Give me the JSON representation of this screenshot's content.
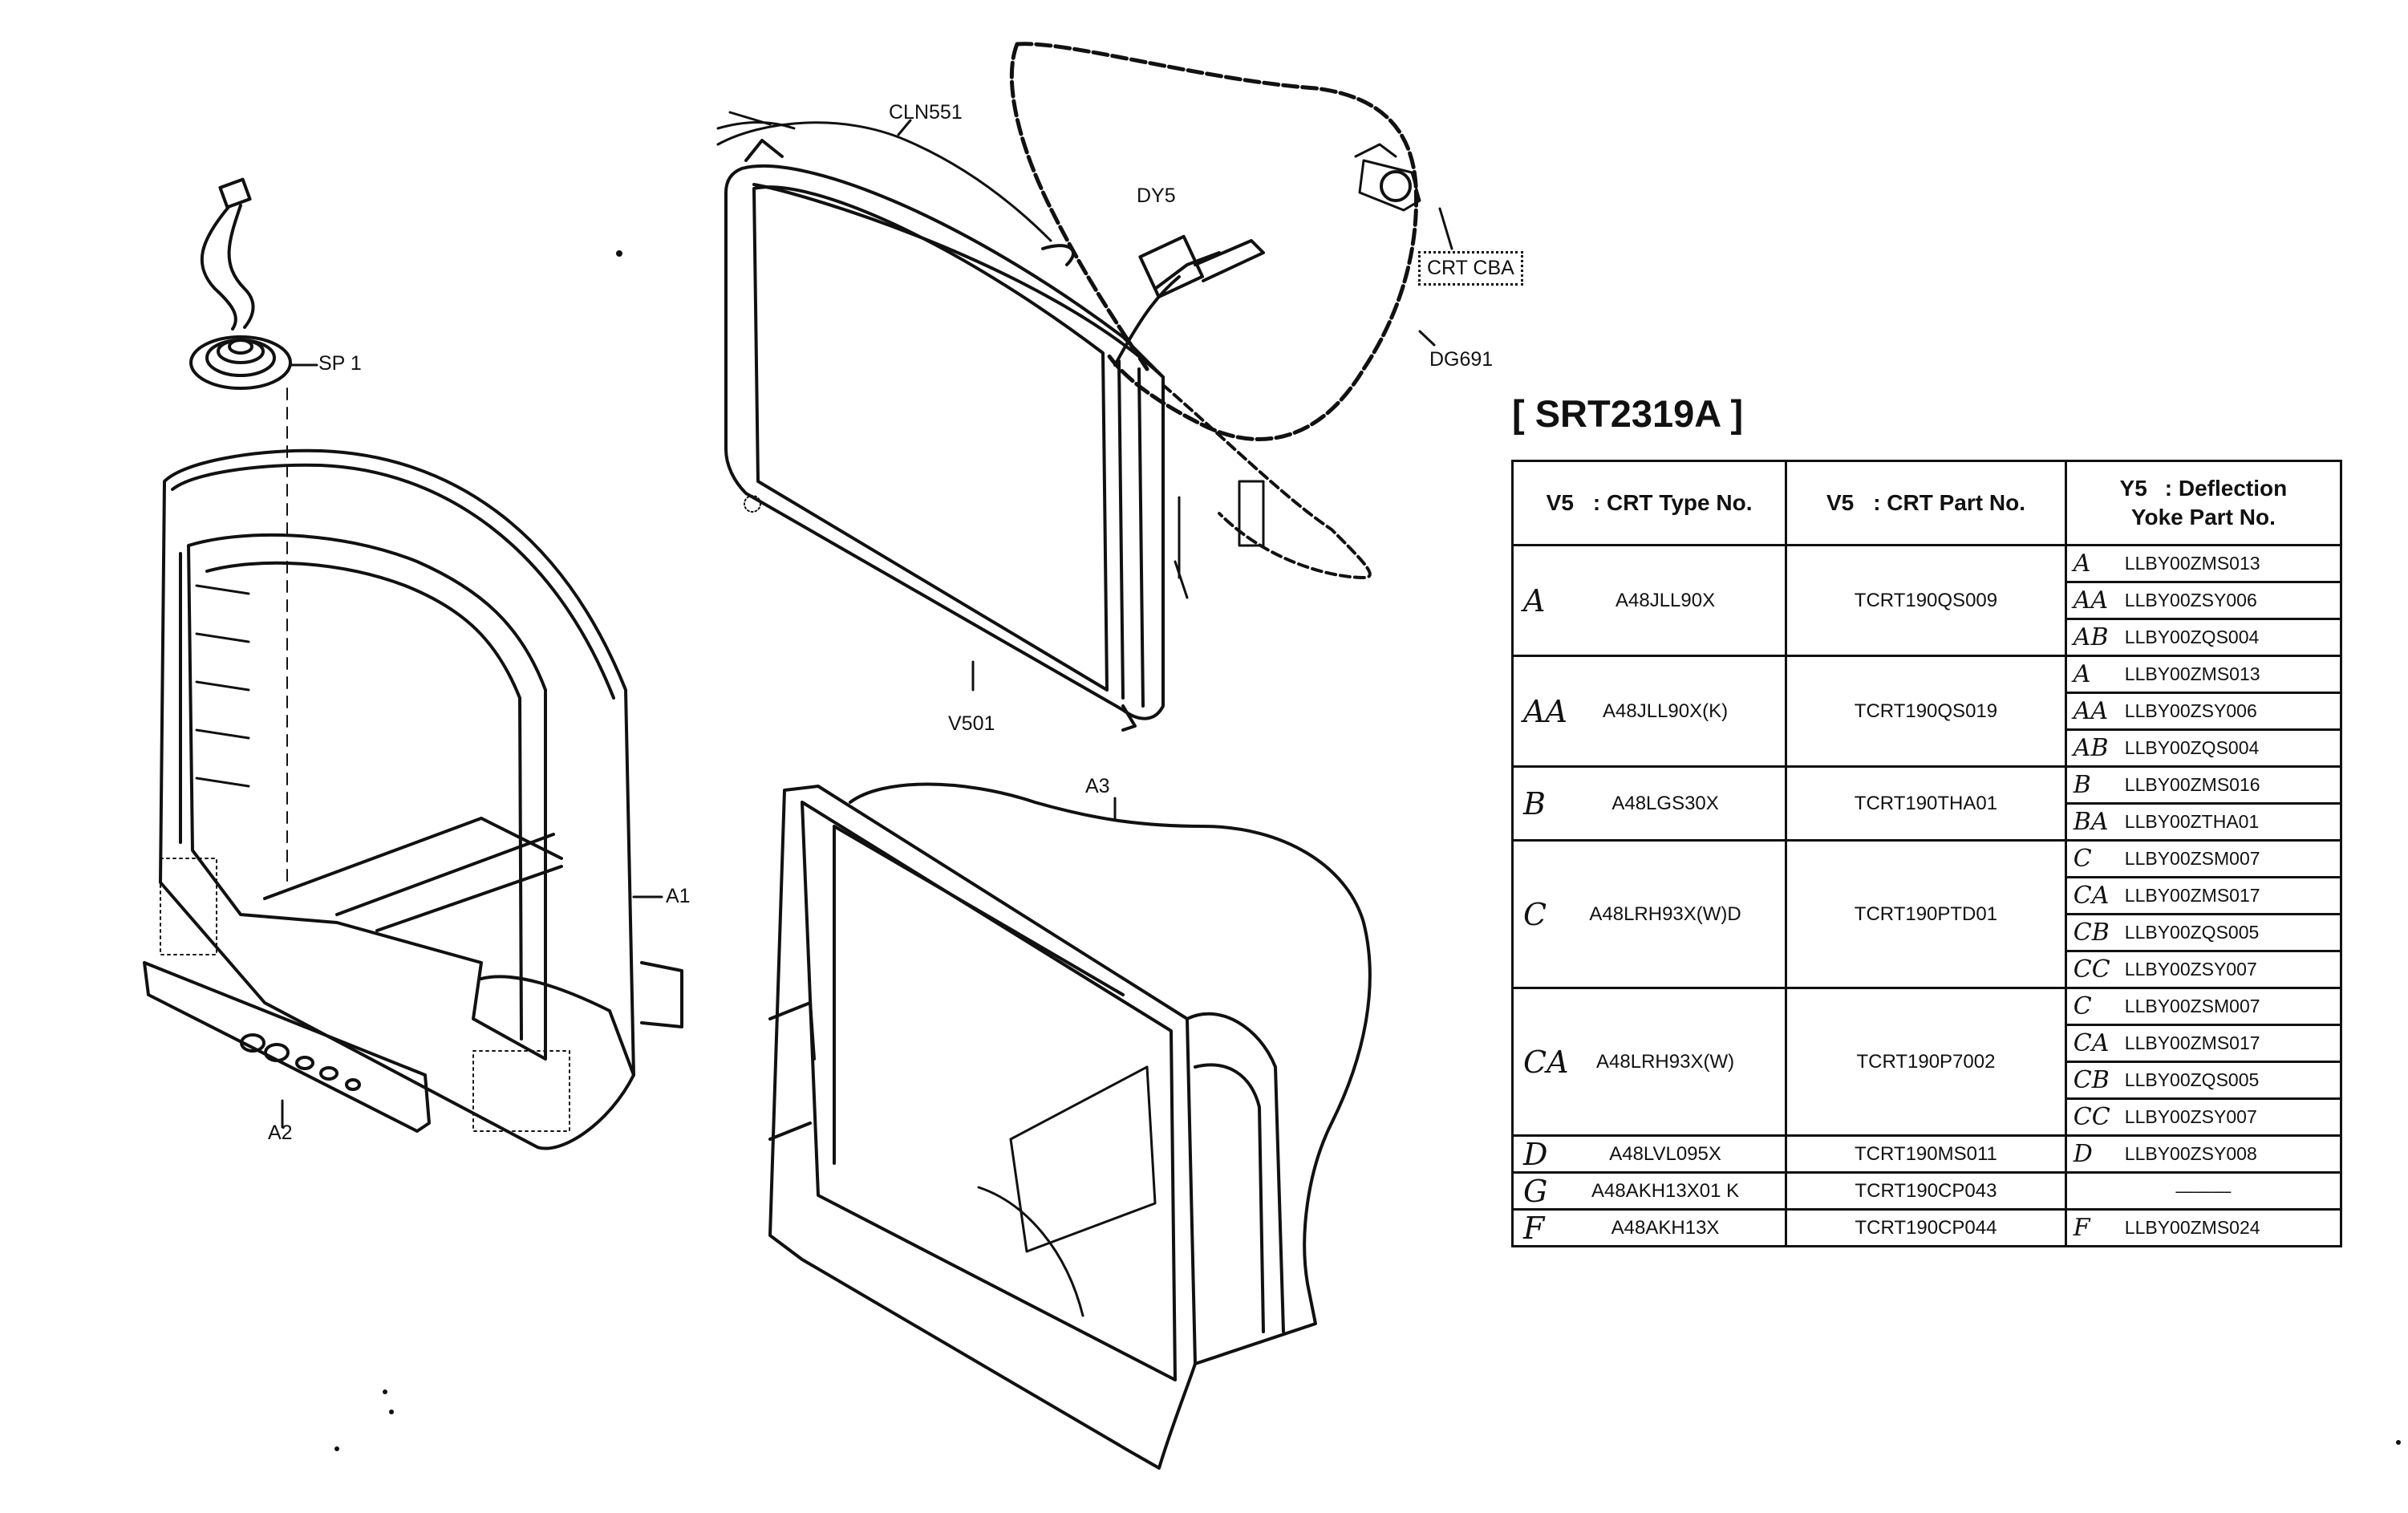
{
  "callouts": {
    "cln551": "CLN551",
    "dy5": "DY5",
    "crt_cba": "CRT CBA",
    "dg691": "DG691",
    "sp1": "SP 1",
    "a1": "A1",
    "a2": "A2",
    "a3": "A3",
    "v501": "V501"
  },
  "table_title": "[ SRT2319A ]",
  "table": {
    "headers": {
      "crt_type_ref": "V5",
      "crt_type_label": ": CRT Type No.",
      "crt_part_ref": "V5",
      "crt_part_label": ": CRT Part No.",
      "yoke_ref": "Y5",
      "yoke_label_line1": ": Deflection",
      "yoke_label_line2": "Yoke Part No."
    },
    "groups": [
      {
        "code": "A",
        "type": "A48JLL90X",
        "part": "TCRT190QS009",
        "yokes": [
          {
            "code": "A",
            "part": "LLBY00ZMS013"
          },
          {
            "code": "AA",
            "part": "LLBY00ZSY006"
          },
          {
            "code": "AB",
            "part": "LLBY00ZQS004"
          }
        ]
      },
      {
        "code": "AA",
        "type": "A48JLL90X(K)",
        "part": "TCRT190QS019",
        "yokes": [
          {
            "code": "A",
            "part": "LLBY00ZMS013"
          },
          {
            "code": "AA",
            "part": "LLBY00ZSY006"
          },
          {
            "code": "AB",
            "part": "LLBY00ZQS004"
          }
        ]
      },
      {
        "code": "B",
        "type": "A48LGS30X",
        "part": "TCRT190THA01",
        "yokes": [
          {
            "code": "B",
            "part": "LLBY00ZMS016"
          },
          {
            "code": "BA",
            "part": "LLBY00ZTHA01"
          }
        ]
      },
      {
        "code": "C",
        "type": "A48LRH93X(W)D",
        "part": "TCRT190PTD01",
        "yokes": [
          {
            "code": "C",
            "part": "LLBY00ZSM007"
          },
          {
            "code": "CA",
            "part": "LLBY00ZMS017"
          },
          {
            "code": "CB",
            "part": "LLBY00ZQS005"
          },
          {
            "code": "CC",
            "part": "LLBY00ZSY007"
          }
        ]
      },
      {
        "code": "CA",
        "type": "A48LRH93X(W)",
        "part": "TCRT190P7002",
        "yokes": [
          {
            "code": "C",
            "part": "LLBY00ZSM007"
          },
          {
            "code": "CA",
            "part": "LLBY00ZMS017"
          },
          {
            "code": "CB",
            "part": "LLBY00ZQS005"
          },
          {
            "code": "CC",
            "part": "LLBY00ZSY007"
          }
        ]
      },
      {
        "code": "D",
        "type": "A48LVL095X",
        "part": "TCRT190MS011",
        "yokes": [
          {
            "code": "D",
            "part": "LLBY00ZSY008"
          }
        ]
      },
      {
        "code": "G",
        "type": "A48AKH13X01 K",
        "part": "TCRT190CP043",
        "yokes": [
          {
            "code": "",
            "part": "———"
          }
        ]
      },
      {
        "code": "F",
        "type": "A48AKH13X",
        "part": "TCRT190CP044",
        "yokes": [
          {
            "code": "F",
            "part": "LLBY00ZMS024"
          }
        ]
      }
    ]
  }
}
